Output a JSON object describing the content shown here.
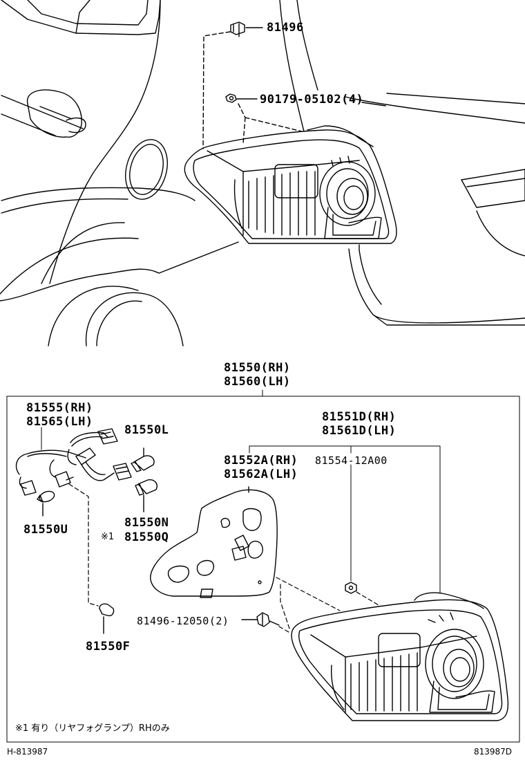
{
  "callouts": {
    "p81496": "81496",
    "p90179": "90179-05102(4)",
    "assy_rh": "81550(RH)",
    "assy_lh": "81560(LH)",
    "socket_rh": "81555(RH)",
    "socket_lh": "81565(LH)",
    "bulb_l": "81550L",
    "bulb_u": "81550U",
    "bulb_n": "81550N",
    "bulb_q": "81550Q",
    "bulb_q_mark": "※1",
    "bulb_f": "81550F",
    "lens_rh": "81551D(RH)",
    "lens_lh": "81561D(LH)",
    "gasket_rh": "81552A(RH)",
    "gasket_lh": "81562A(LH)",
    "p81554": "81554-12A00",
    "screw": "81496-12050(2)"
  },
  "footnote": "※1 有り（リヤフォグランプ）RHのみ",
  "footer": {
    "left": "H-813987",
    "right": "813987D"
  }
}
